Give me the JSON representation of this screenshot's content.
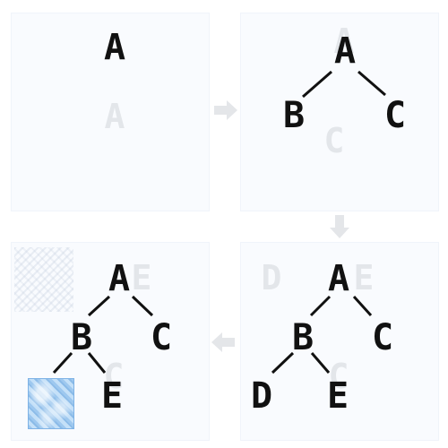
{
  "panels": [
    {
      "id": "step1",
      "ghost_labels": [
        "A"
      ],
      "nodes": [
        {
          "key": "A",
          "label": "A"
        }
      ]
    },
    {
      "id": "step2",
      "ghost_labels": [
        "A",
        "C"
      ],
      "nodes": [
        {
          "key": "A",
          "label": "A"
        },
        {
          "key": "B",
          "label": "B"
        },
        {
          "key": "C",
          "label": "C"
        }
      ]
    },
    {
      "id": "step3",
      "ghost_labels": [
        "D",
        "E",
        "C"
      ],
      "nodes": [
        {
          "key": "A",
          "label": "A"
        },
        {
          "key": "B",
          "label": "B"
        },
        {
          "key": "C",
          "label": "C"
        },
        {
          "key": "D",
          "label": "D"
        },
        {
          "key": "E",
          "label": "E"
        }
      ]
    },
    {
      "id": "step4",
      "ghost_labels": [
        "E",
        "C"
      ],
      "nodes": [
        {
          "key": "A",
          "label": "A"
        },
        {
          "key": "B",
          "label": "B"
        },
        {
          "key": "C",
          "label": "C"
        },
        {
          "key": "E",
          "label": "E"
        }
      ]
    }
  ],
  "colors": {
    "node_text": "#111111",
    "edge": "#111111",
    "ghost_text": "#e3e6ea",
    "panel_bg": "#f9fbfe",
    "arrow": "#e4e6e9",
    "texture_accent": "#7fb3e6"
  },
  "icons": {
    "step_arrow": "arrow-icon",
    "tile": "texture-icon"
  }
}
